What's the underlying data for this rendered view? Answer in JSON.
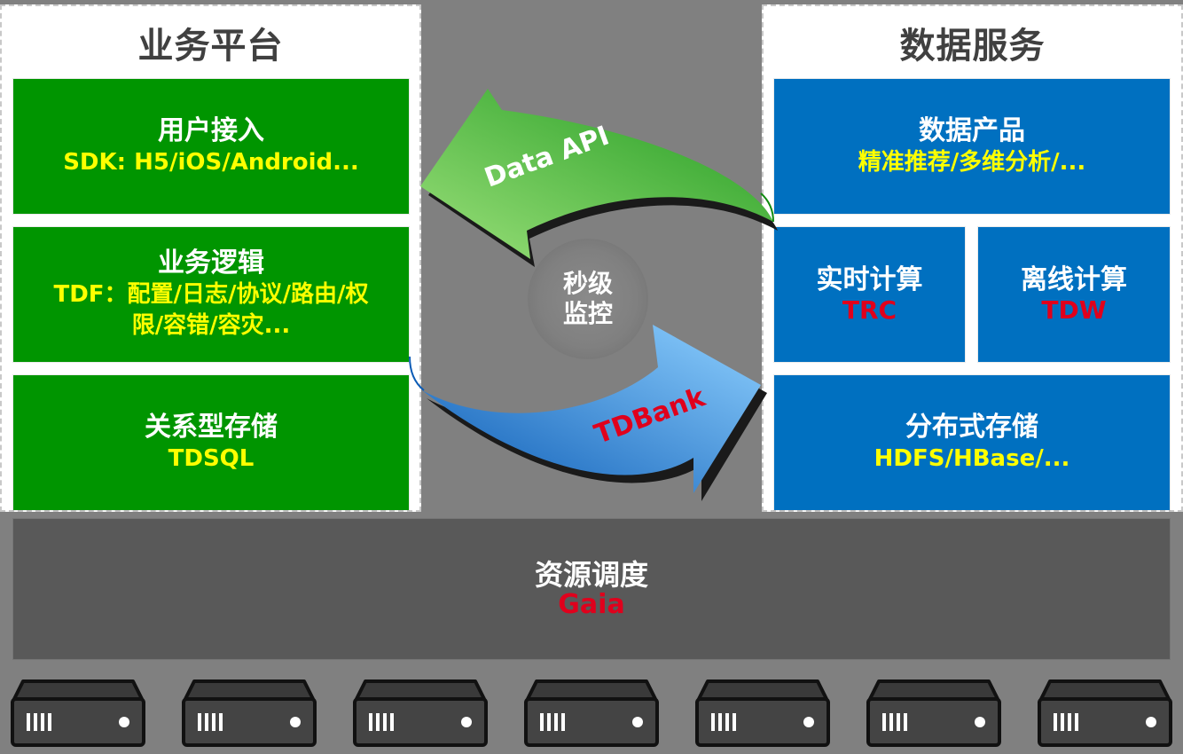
{
  "left_panel": {
    "title": "业务平台",
    "boxes": [
      {
        "title": "用户接入",
        "subtitle": "SDK: H5/iOS/Android..."
      },
      {
        "title": "业务逻辑",
        "subtitle_line1": "TDF：配置/日志/协议/路由/权",
        "subtitle_line2": "限/容错/容灾..."
      },
      {
        "title": "关系型存储",
        "subtitle": "TDSQL"
      }
    ]
  },
  "right_panel": {
    "title": "数据服务",
    "product": {
      "title": "数据产品",
      "subtitle": "精准推荐/多维分析/..."
    },
    "realtime": {
      "title": "实时计算",
      "system": "TRC"
    },
    "offline": {
      "title": "离线计算",
      "system": "TDW"
    },
    "storage": {
      "title": "分布式存储",
      "subtitle": "HDFS/HBase/..."
    }
  },
  "middle": {
    "top_arrow_label": "Data API",
    "bottom_arrow_label": "TDBank",
    "monitor_line1": "秒级",
    "monitor_line2": "监控"
  },
  "scheduling": {
    "title": "资源调度",
    "system": "Gaia"
  },
  "colors": {
    "green": "#009500",
    "blue": "#0070c0",
    "highlight_yellow": "#ffff00",
    "highlight_red": "#e0001c",
    "scheduling_bg": "#595959",
    "background": "#808080"
  },
  "server_icon": "server-icon",
  "server_count": 7
}
